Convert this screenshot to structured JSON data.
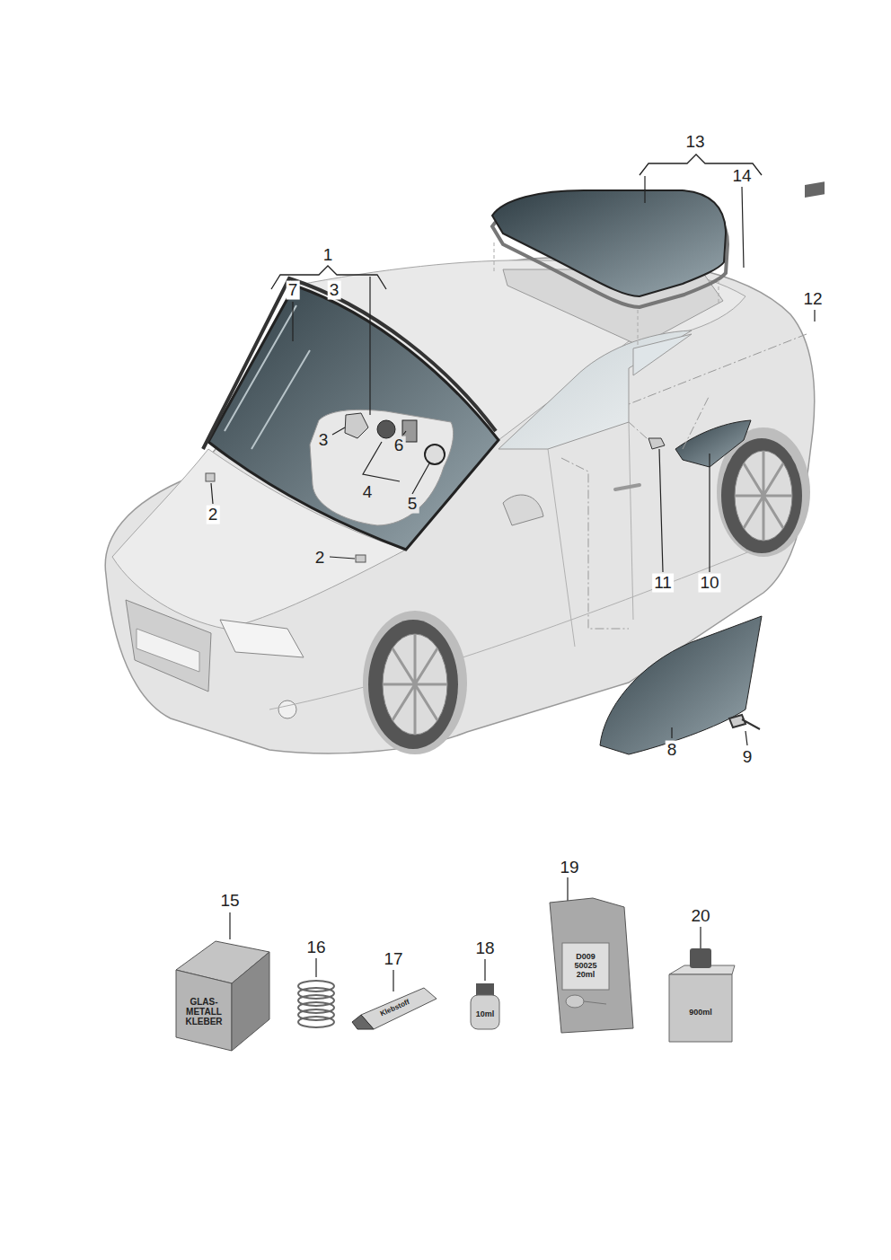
{
  "diagram": {
    "labels": [
      "13",
      "14",
      "1",
      "3",
      "7",
      "12",
      "3",
      "6",
      "4",
      "5",
      "2",
      "2",
      "11",
      "10",
      "8",
      "9",
      "15",
      "16",
      "17",
      "18",
      "19",
      "20",
      "GLAS- METALL KLEBER",
      "Klebstoff",
      "10ml",
      "D009 50025 20ml",
      "900ml"
    ]
  }
}
